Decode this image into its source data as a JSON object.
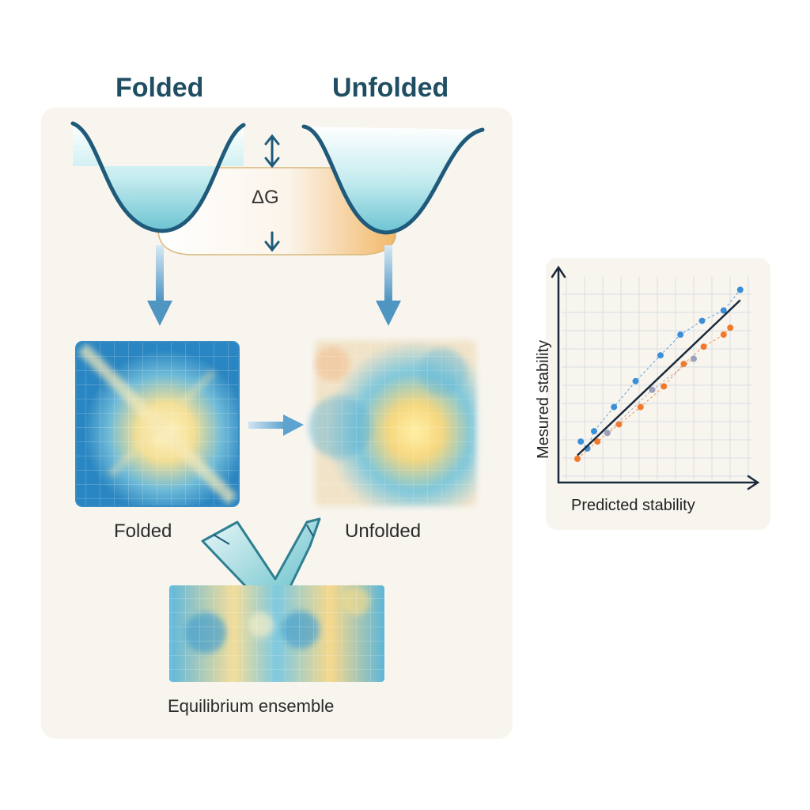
{
  "titles": {
    "folded": "Folded",
    "unfolded": "Unfolded"
  },
  "delta_g": "ΔG",
  "map_labels": {
    "folded": "Folded",
    "unfolded": "Unfolded"
  },
  "ensemble_label": "Equilibrium ensemble",
  "colors": {
    "well_stroke": "#1f5a7a",
    "well_fill_top": "#e6f6f6",
    "well_fill_bottom": "#72c9d6",
    "arrow": "#4f95c2",
    "map_blue": "#2f8fc8",
    "map_yellow": "#f7e7a0",
    "panel_bg": "#f8f5ef",
    "check": "#5bbcc8"
  },
  "scatter": {
    "xlabel": "Predicted stability",
    "ylabel": "Mesured stability",
    "series": [
      {
        "color": "#3a8fd8",
        "points": [
          [
            0.02,
            0.1
          ],
          [
            0.1,
            0.16
          ],
          [
            0.22,
            0.3
          ],
          [
            0.35,
            0.45
          ],
          [
            0.5,
            0.6
          ],
          [
            0.62,
            0.72
          ],
          [
            0.75,
            0.8
          ],
          [
            0.88,
            0.86
          ],
          [
            0.98,
            0.98
          ],
          [
            0.06,
            0.06
          ]
        ]
      },
      {
        "color": "#f07a2a",
        "points": [
          [
            0.0,
            0.0
          ],
          [
            0.12,
            0.1
          ],
          [
            0.25,
            0.2
          ],
          [
            0.38,
            0.3
          ],
          [
            0.52,
            0.42
          ],
          [
            0.64,
            0.55
          ],
          [
            0.76,
            0.65
          ],
          [
            0.88,
            0.72
          ],
          [
            0.92,
            0.76
          ]
        ]
      },
      {
        "color": "#9aa0b8",
        "points": [
          [
            0.18,
            0.15
          ],
          [
            0.45,
            0.4
          ],
          [
            0.7,
            0.58
          ]
        ]
      }
    ],
    "fit": {
      "color": "#1b2a3a",
      "from": [
        0.0,
        0.02
      ],
      "to": [
        0.98,
        0.92
      ]
    }
  }
}
